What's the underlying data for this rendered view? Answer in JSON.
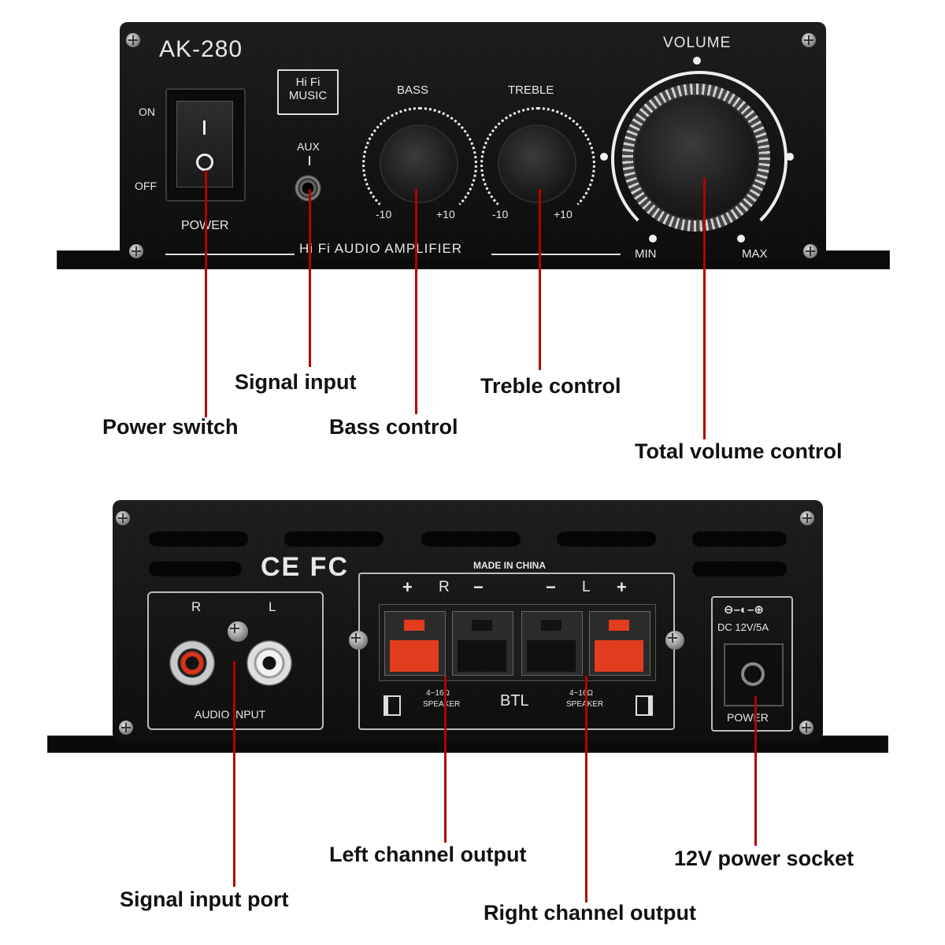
{
  "front_panel": {
    "model": "AK-280",
    "badge_line1": "Hi Fi",
    "badge_line2": "MUSIC",
    "on_label": "ON",
    "off_label": "OFF",
    "power_label": "POWER",
    "aux_label": "AUX",
    "bass_label": "BASS",
    "treble_label": "TREBLE",
    "volume_label": "VOLUME",
    "min_label": "-10",
    "max_label": "+10",
    "vol_min": "MIN",
    "vol_max": "MAX",
    "footer": "Hi Fi AUDIO AMPLIFIER"
  },
  "back_panel": {
    "certifications": "CE FC",
    "made_in": "MADE IN CHINA",
    "rca_r": "R",
    "rca_l": "L",
    "audio_input": "AUDIO INPUT",
    "plus": "+",
    "minus": "−",
    "speaker_r": "R",
    "speaker_l": "L",
    "impedance": "4~16Ω",
    "speaker": "SPEAKER",
    "btl": "BTL",
    "dc_label": "DC 12V/5A",
    "power_label": "POWER"
  },
  "callouts": {
    "power_switch": "Power switch",
    "signal_input": "Signal input",
    "bass_control": "Bass control",
    "treble_control": "Treble control",
    "total_volume": "Total volume control",
    "signal_input_port": "Signal input port",
    "left_output": "Left channel output",
    "right_output": "Right channel output",
    "power_socket": "12V power socket"
  },
  "colors": {
    "panel": "#121212",
    "callout_line": "#b50000",
    "terminal_red": "#e23b1e",
    "panel_text": "#e8e8e8"
  }
}
